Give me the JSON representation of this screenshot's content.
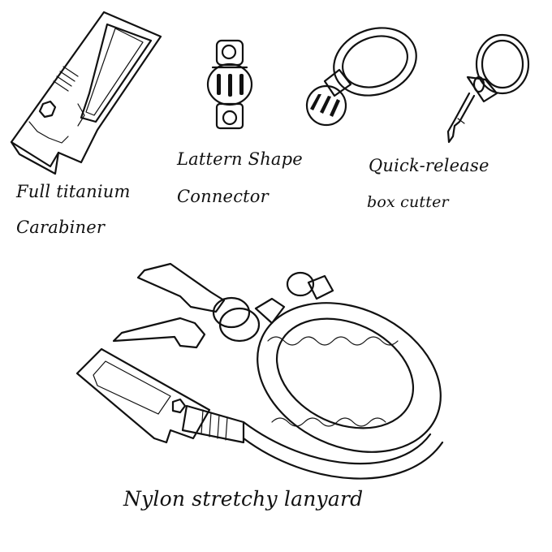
{
  "illustration": {
    "style": "hand-drawn black ink sketch on white",
    "background": "#ffffff",
    "ink_color": "#111111"
  },
  "items": [
    {
      "id": "carabiner",
      "icon": "titanium-carabiner-icon",
      "label_lines": [
        "Full titanium",
        "Carabiner"
      ]
    },
    {
      "id": "lantern-connector",
      "icon": "lantern-connector-icon",
      "label_lines": [
        "Lattern Shape",
        "Connector"
      ]
    },
    {
      "id": "quick-release",
      "icon": "quick-release-box-cutter-icon",
      "label_lines": [
        "Quick-release",
        "box cutter"
      ]
    },
    {
      "id": "lanyard",
      "icon": "nylon-lanyard-icon",
      "label_lines": [
        "Nylon stretchy lanyard"
      ]
    }
  ]
}
